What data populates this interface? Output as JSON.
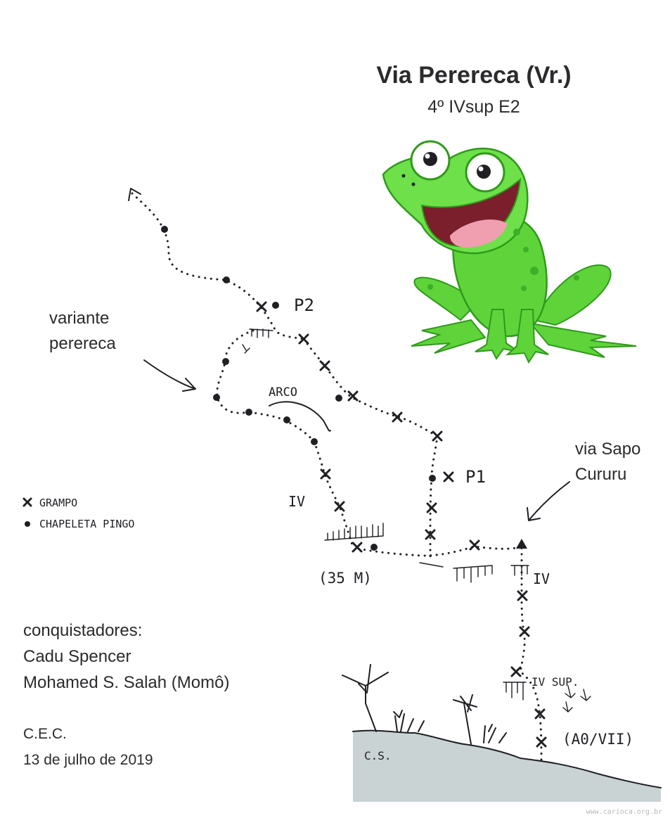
{
  "title": "Via Perereca (Vr.)",
  "grade": "4º IVsup E2",
  "labels": {
    "variante_line1": "variante",
    "variante_line2": "perereca",
    "sapo_line1": "via Sapo",
    "sapo_line2": "Cururu"
  },
  "legend": {
    "grampo": "GRAMPO",
    "chapeleta": "CHAPELETA PINGO"
  },
  "credits": {
    "heading": "conquistadores:",
    "name1": "Cadu Spencer",
    "name2": "Mohamed S. Salah (Momô)",
    "club": "C.E.C.",
    "date": "13 de julho de 2019"
  },
  "sketch": {
    "p2": "P2",
    "p1": "P1",
    "arco": "ARCO",
    "length": "(35 M)",
    "grade_iv_left": "IV",
    "grade_iv_right": "IV",
    "grade_iv_sup": "IV SUP.",
    "start_grade": "(A0/VII)",
    "ground": "C.S."
  },
  "watermark": "www.carioca.org.br",
  "colors": {
    "ink": "#1f1f24",
    "frog_green": "#5fd43a",
    "frog_dark": "#2f9a1a",
    "mouth": "#7a1f2b",
    "tongue": "#f09fb0",
    "ground_fill": "#c9d3d3"
  },
  "icons": [
    "frog-illustration",
    "bolt-cross-icon",
    "bolt-dot-icon",
    "arrow-icon",
    "belay-triangle-icon"
  ]
}
